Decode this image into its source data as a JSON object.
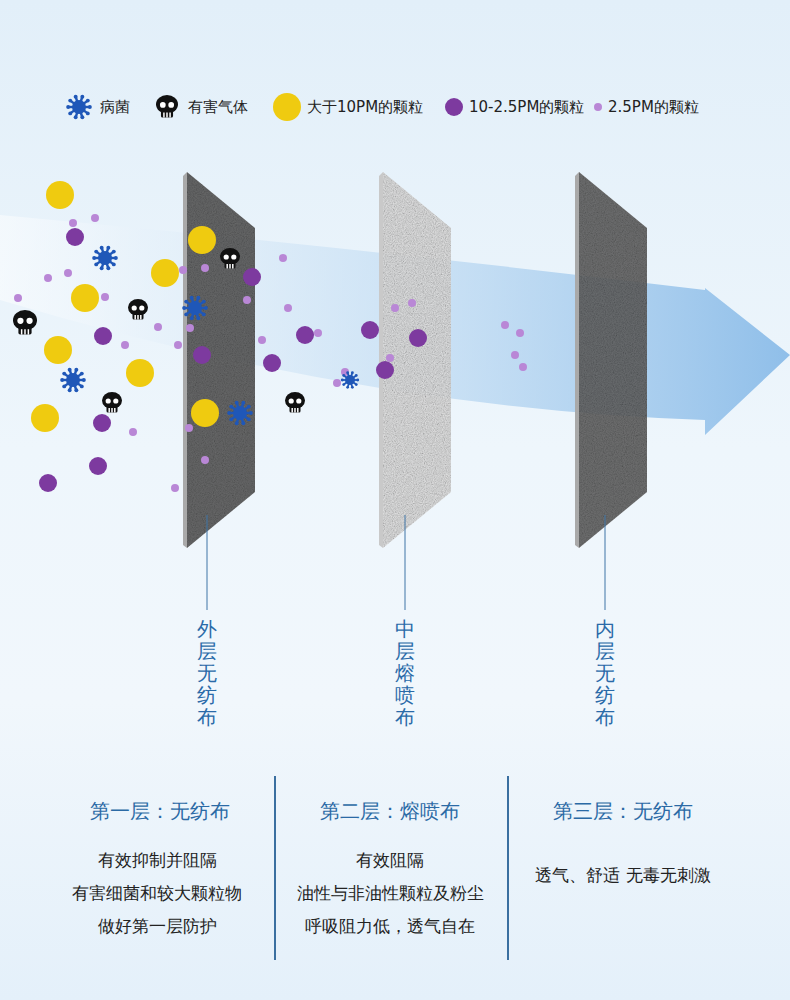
{
  "diagram": {
    "labels": [
      "外层无纺布",
      "中层熔喷布",
      "内层无纺布",
      "第一层：无纺布",
      "有效抑制并阻隔 有害细菌和较大颗粒物 做好第一层防护",
      "第二层：熔喷布",
      "有效阻隔 油性与非油性颗粒及粉尘 呼吸阻力低，透气自在",
      "第三层：无纺布",
      "透气、舒适 无毒无刺激"
    ],
    "legend": [
      {
        "text": "病菌"
      },
      {
        "text": "有害气体"
      },
      {
        "text": "大于10PM的颗粒",
        "color": "#efcb10"
      },
      {
        "text": "10-2.5PM的颗粒",
        "color": "#7d3a9f"
      },
      {
        "text": "2.5PM的颗粒",
        "color": "#b987d6"
      }
    ]
  }
}
